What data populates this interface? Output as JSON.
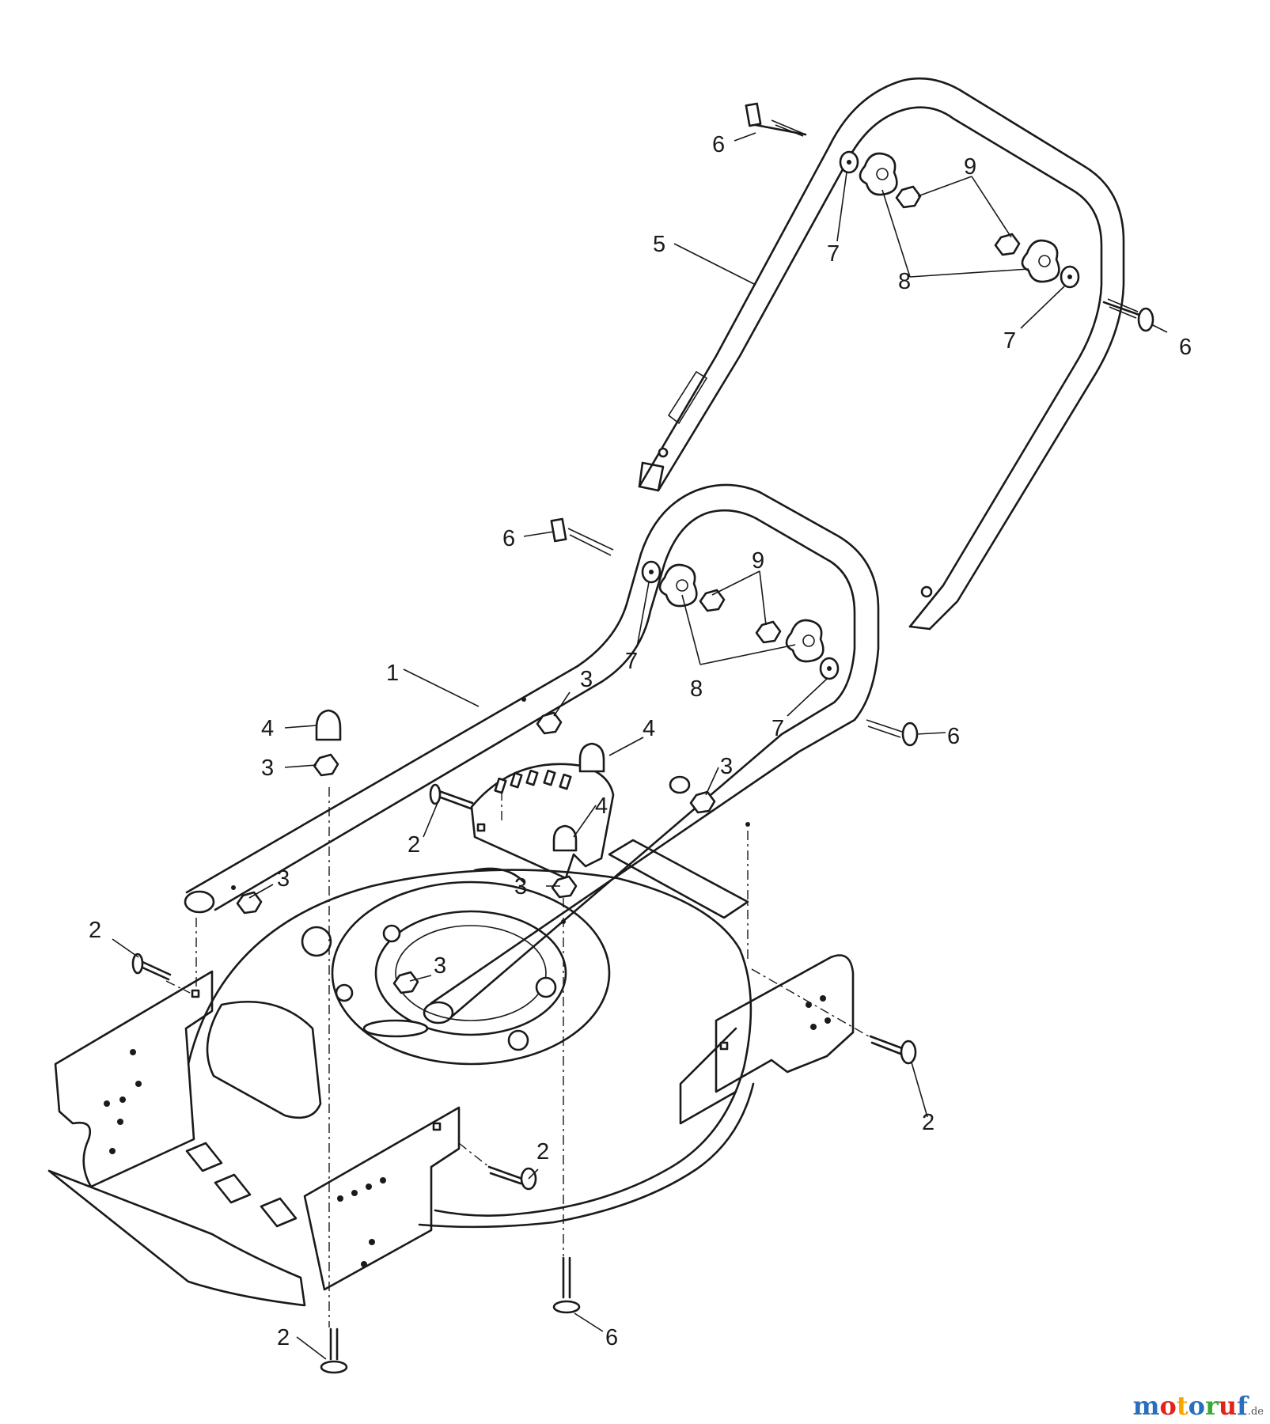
{
  "diagram": {
    "callouts": [
      {
        "id": "c-6a",
        "label": "6"
      },
      {
        "id": "c-9a",
        "label": "9"
      },
      {
        "id": "c-5",
        "label": "5"
      },
      {
        "id": "c-7a",
        "label": "7"
      },
      {
        "id": "c-8a",
        "label": "8"
      },
      {
        "id": "c-7b",
        "label": "7"
      },
      {
        "id": "c-6b",
        "label": "6"
      },
      {
        "id": "c-6c",
        "label": "6"
      },
      {
        "id": "c-9b",
        "label": "9"
      },
      {
        "id": "c-7c",
        "label": "7"
      },
      {
        "id": "c-8b",
        "label": "8"
      },
      {
        "id": "c-1",
        "label": "1"
      },
      {
        "id": "c-3a",
        "label": "3"
      },
      {
        "id": "c-4a",
        "label": "4"
      },
      {
        "id": "c-7d",
        "label": "7"
      },
      {
        "id": "c-6d",
        "label": "6"
      },
      {
        "id": "c-4b",
        "label": "4"
      },
      {
        "id": "c-3b",
        "label": "3"
      },
      {
        "id": "c-3c",
        "label": "3"
      },
      {
        "id": "c-4c",
        "label": "4"
      },
      {
        "id": "c-2a",
        "label": "2"
      },
      {
        "id": "c-3d",
        "label": "3"
      },
      {
        "id": "c-3e",
        "label": "3"
      },
      {
        "id": "c-2b",
        "label": "2"
      },
      {
        "id": "c-3f",
        "label": "3"
      },
      {
        "id": "c-2c",
        "label": "2"
      },
      {
        "id": "c-2d",
        "label": "2"
      },
      {
        "id": "c-2e",
        "label": "2"
      },
      {
        "id": "c-6e",
        "label": "6"
      }
    ]
  },
  "brand": {
    "name": "motoruf",
    "suffix": ".de",
    "colors": {
      "m": "#2a6ebb",
      "o1": "#e2231a",
      "t": "#f7a600",
      "o2": "#2a6ebb",
      "r": "#3aaa35",
      "u": "#e2231a",
      "f": "#2a6ebb"
    }
  }
}
